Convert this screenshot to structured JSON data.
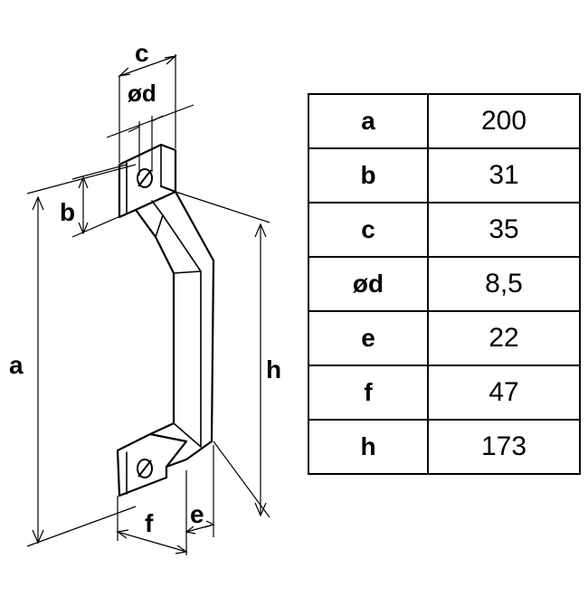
{
  "labels": {
    "a": "a",
    "b": "b",
    "c": "c",
    "d": "ød",
    "e": "e",
    "f": "f",
    "h": "h"
  },
  "table": {
    "rows": [
      {
        "key": "a",
        "value": "200"
      },
      {
        "key": "b",
        "value": "31"
      },
      {
        "key": "c",
        "value": "35"
      },
      {
        "key": "ød",
        "value": "8,5"
      },
      {
        "key": "e",
        "value": "22"
      },
      {
        "key": "f",
        "value": "47"
      },
      {
        "key": "h",
        "value": "173"
      }
    ]
  }
}
